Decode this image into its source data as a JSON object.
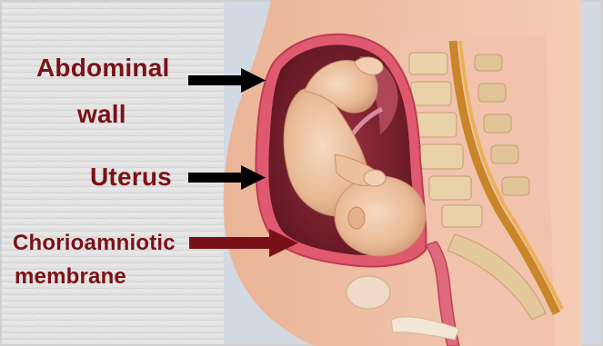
{
  "labels": {
    "abdominal_line1": "Abdominal",
    "abdominal_line2": "wall",
    "uterus": "Uterus",
    "chorio_line1": "Chorioamniotic",
    "chorio_line2": "membrane"
  },
  "arrows": [
    {
      "target": "abdominal-wall",
      "color": "#000000"
    },
    {
      "target": "uterus",
      "color": "#000000"
    },
    {
      "target": "chorioamniotic-membrane",
      "color": "#7a1018"
    }
  ],
  "colors": {
    "label_text": "#7b1118",
    "background_left": "#e2e2e2",
    "background_right": "#d3dae3",
    "uterus_wall": "#e0546b",
    "amniotic_cavity": "#7b1f2a",
    "skin": "#f0c4a8",
    "fetus": "#f0c9a7",
    "spine_bone": "#e7cfa7"
  }
}
